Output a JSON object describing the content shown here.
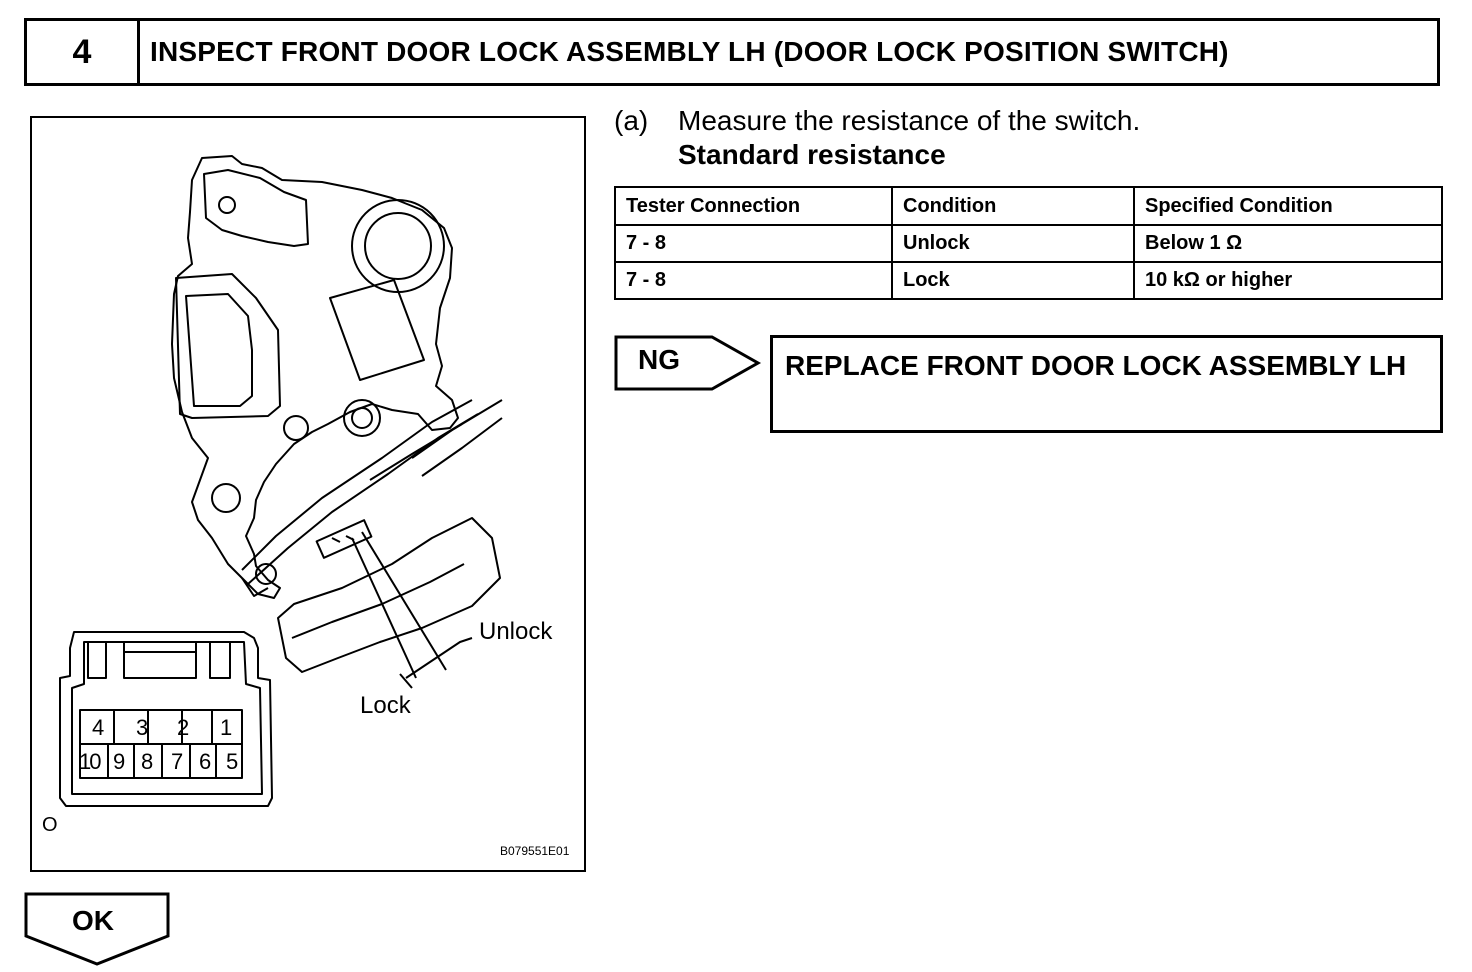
{
  "header": {
    "step_number": "4",
    "title": "INSPECT FRONT DOOR LOCK ASSEMBLY LH (DOOR LOCK POSITION SWITCH)"
  },
  "instruction": {
    "label": "(a)",
    "text": "Measure the resistance of the switch.",
    "subheading": "Standard resistance"
  },
  "table": {
    "headers": [
      "Tester Connection",
      "Condition",
      "Specified Condition"
    ],
    "rows": [
      [
        "7 - 8",
        "Unlock",
        "Below 1 Ω"
      ],
      [
        "7 - 8",
        "Lock",
        "10 kΩ or higher"
      ]
    ]
  },
  "result_ng": {
    "label": "NG",
    "action": "REPLACE FRONT DOOR LOCK ASSEMBLY LH"
  },
  "result_ok": {
    "label": "OK"
  },
  "figure": {
    "label_unlock": "Unlock",
    "label_lock": "Lock",
    "connector_top": [
      "4",
      "3",
      "2",
      "1"
    ],
    "connector_bottom": [
      "10",
      "9",
      "8",
      "7",
      "6",
      "5"
    ],
    "corner_mark": "O",
    "figure_id": "B079551E01"
  }
}
